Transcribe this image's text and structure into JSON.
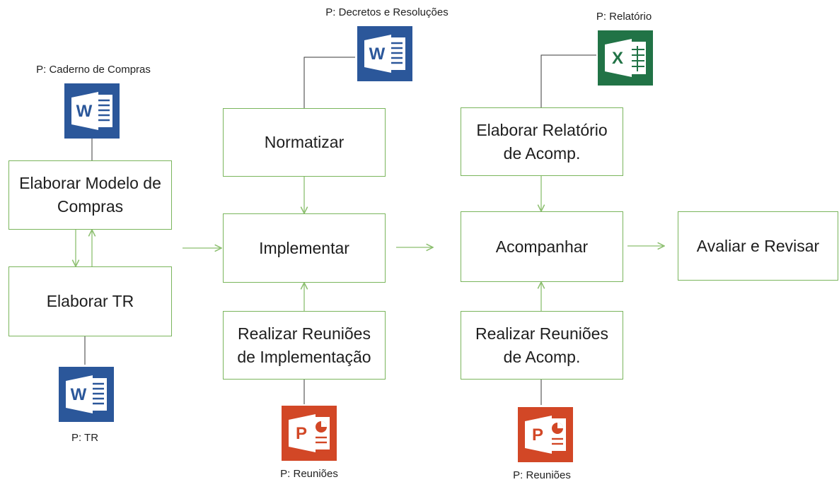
{
  "colors": {
    "box_border": "#7ab55c",
    "arrow": "#8cbf6f",
    "connector": "#3a3a3a",
    "word": "#2b579a",
    "excel": "#217346",
    "powerpoint": "#d24726"
  },
  "processes": {
    "elaborar_modelo": [
      "Elaborar Modelo de",
      "Compras"
    ],
    "elaborar_tr": [
      "Elaborar TR"
    ],
    "normatizar": [
      "Normatizar"
    ],
    "implementar": [
      "Implementar"
    ],
    "reunioes_impl": [
      "Realizar Reuniões",
      "de Implementação"
    ],
    "elaborar_relatorio": [
      "Elaborar Relatório",
      "de Acomp."
    ],
    "acompanhar": [
      "Acompanhar"
    ],
    "reunioes_acomp": [
      "Realizar Reuniões",
      "de Acomp."
    ],
    "avaliar": [
      "Avaliar e Revisar"
    ]
  },
  "documents": {
    "caderno": {
      "label": "P: Caderno de Compras",
      "app": "word-icon",
      "letter": "W"
    },
    "tr": {
      "label": "P: TR",
      "app": "word-icon",
      "letter": "W"
    },
    "decretos": {
      "label": "P: Decretos e Resoluções",
      "app": "word-icon",
      "letter": "W"
    },
    "reunioes_impl": {
      "label": "P: Reuniões",
      "app": "powerpoint-icon",
      "letter": "P"
    },
    "relatorio": {
      "label": "P: Relatório",
      "app": "excel-icon",
      "letter": "X"
    },
    "reunioes_acomp": {
      "label": "P: Reuniões",
      "app": "powerpoint-icon",
      "letter": "P"
    }
  }
}
